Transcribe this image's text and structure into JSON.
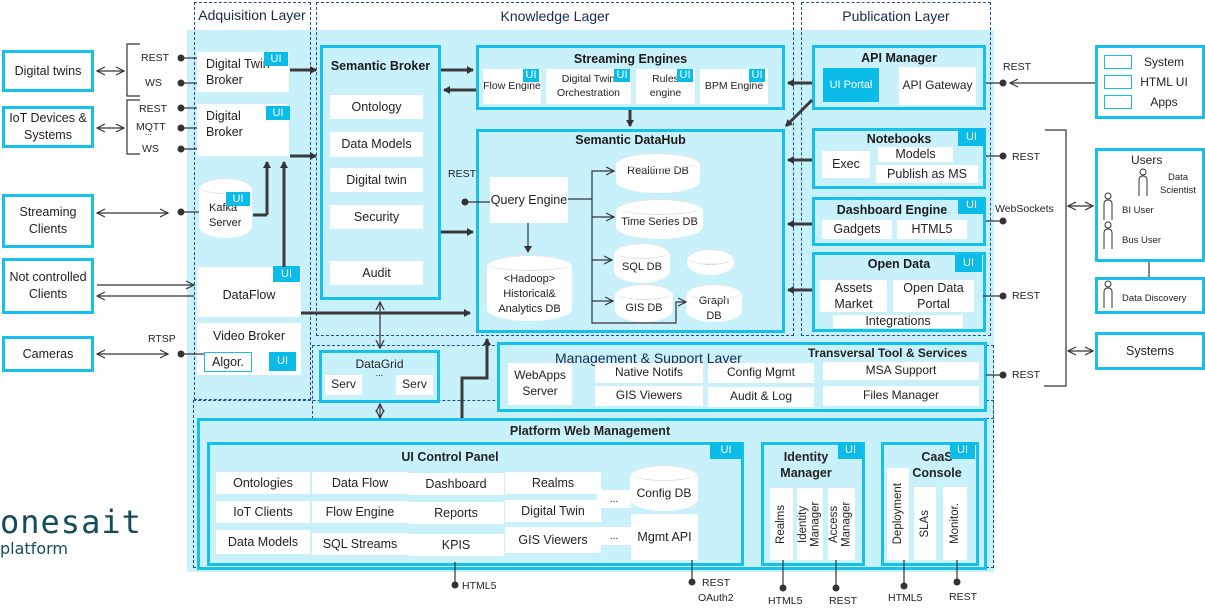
{
  "layers": {
    "acquisition": "Adquisition Layer",
    "knowledge": "Knowledge Lager",
    "publication": "Publication Layer",
    "management": "Management & Support Layer"
  },
  "ui_badge": "UI",
  "external_left": {
    "digital_twins": "Digital twins",
    "iot_devices": "IoT Devices & Systems",
    "streaming_clients": "Streaming Clients",
    "not_controlled": "Not controlled Clients",
    "cameras": "Cameras"
  },
  "protocols_left": {
    "dt_rest": "REST",
    "dt_ws": "WS",
    "iot_rest": "REST",
    "iot_mqtt": "MQTT",
    "iot_dots": "...",
    "iot_ws": "WS",
    "rtsp": "RTSP"
  },
  "acquisition": {
    "digital_twin_broker": "Digital Twin Broker",
    "digital_broker": "Digital Broker",
    "kafka": "Kafka Server",
    "dataflow": "DataFlow",
    "video_broker": "Video Broker",
    "algor": "Algor."
  },
  "semantic_broker": {
    "title": "Semantic Broker",
    "items": [
      "Ontology",
      "Data Models",
      "Digital twin",
      "Security",
      "Audit"
    ]
  },
  "streaming_engines": {
    "title": "Streaming Engines",
    "items": [
      "Flow Engine",
      "Digital Twin Orchestration",
      "Rules engine",
      "BPM Engine"
    ]
  },
  "datahub": {
    "title": "Semantic DataHub",
    "rest": "REST",
    "query_engine": "Query Engine",
    "hadoop": "<Hadoop> Historical& Analytics DB",
    "realtime": "Realtime DB",
    "timeseries": "Time Series DB",
    "sql": "SQL DB",
    "more": "...",
    "gis": "GIS DB",
    "graph": "Graph DB"
  },
  "api_manager": {
    "title": "API Manager",
    "portal": "UI Portal",
    "gateway": "API Gateway"
  },
  "notebooks": {
    "title": "Notebooks",
    "exec": "Exec",
    "models": "Models",
    "publish": "Publish as MS"
  },
  "dashboard_engine": {
    "title": "Dashboard Engine",
    "gadgets": "Gadgets",
    "html5": "HTML5"
  },
  "open_data": {
    "title": "Open Data",
    "assets": "Assets Market",
    "portal": "Open Data Portal",
    "integrations": "Integrations"
  },
  "protocols_right": {
    "api_rest": "REST",
    "notebooks_rest": "REST",
    "websockets": "WebSockets",
    "opendata_rest": "REST",
    "mgmt_rest": "REST"
  },
  "external_right": {
    "clients": [
      "System",
      "HTML UI",
      "Apps"
    ],
    "users_title": "Users",
    "data_scientist": "Data Scientist",
    "bi_user": "BI User",
    "bus_user": "Bus User",
    "data_discovery": "Data Discovery",
    "systems": "Systems"
  },
  "datagrid": {
    "title": "DataGrid",
    "dots": "...",
    "serv1": "Serv",
    "serv2": "Serv"
  },
  "management": {
    "webapps": "WebApps Server",
    "native_notifs": "Native Notifs",
    "config_mgmt": "Config Mgmt",
    "gis_viewers": "GIS Viewers",
    "audit_log": "Audit & Log",
    "transversal_title": "Transversal Tool & Services",
    "msa_support": "MSA Support",
    "files_manager": "Files Manager"
  },
  "platform_web": {
    "title": "Platform Web Management",
    "control_panel_title": "UI Control Panel",
    "columns": [
      [
        "Ontologies",
        "IoT Clients",
        "Data Models"
      ],
      [
        "Data Flow",
        "Flow Engine",
        "SQL Streams"
      ],
      [
        "Dashboard",
        "Reports",
        "KPIS"
      ],
      [
        "Realms",
        "Digital Twin",
        "GIS Viewers"
      ]
    ],
    "dots1": "...",
    "dots2": "...",
    "config_db": "Config DB",
    "mgmt_api": "Mgmt API",
    "identity_title": "Identity Manager",
    "identity_items": [
      "Realms",
      "Identity Manager",
      "Access Manager"
    ],
    "caas_title": "CaaS Console",
    "caas_items": [
      "Deployment",
      "SLAs",
      "Monitor."
    ]
  },
  "bottom_protocols": {
    "cp_html5": "HTML5",
    "mgmt_rest": "REST",
    "mgmt_oauth": "OAuth2",
    "id_html5": "HTML5",
    "id_rest": "REST",
    "caas_html5": "HTML5",
    "caas_rest": "REST"
  },
  "logo": {
    "brand": "onesait",
    "sub": "platform"
  },
  "colors": {
    "accent": "#16c0ea",
    "ui_badge": "#0bbbe8",
    "layer_bg": "#c9f1fb",
    "dashed_border": "#1f4e9c"
  }
}
